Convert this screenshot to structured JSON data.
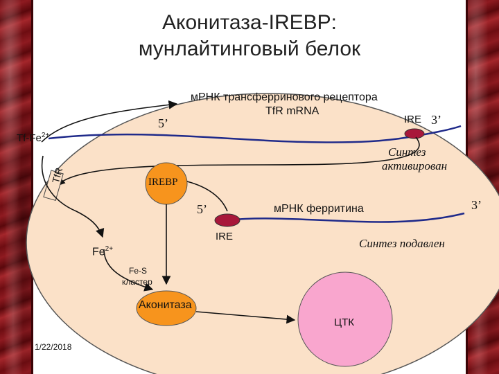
{
  "title": {
    "line1": "Аконитаза-IREBP:",
    "line2": "мунлайтинговый белок"
  },
  "labels": {
    "tfr_mrna_ru": "мРНК трансферринового рецептора",
    "tfr_mrna_en": "TfR mRNA",
    "five_prime_top": "5’",
    "ire_top": "IRE",
    "three_prime_top": "3’",
    "tf_fe": "Tf-Fe",
    "tf_fe_sup": "2+",
    "synthesis_activated_1": "Синтез",
    "synthesis_activated_2": "активирован",
    "tfr": "TfR",
    "irebp": "IREBP",
    "five_prime_mid": "5’",
    "ferritin_mrna": "мРНК ферритина",
    "three_prime_mid": "3’",
    "ire_mid": "IRE",
    "synthesis_suppressed": "Синтез подавлен",
    "fe": "Fe",
    "fe_sup": "2+",
    "fes_cluster_1": "Fe-S",
    "fes_cluster_2": "кластер",
    "aconitase": "Аконитаза",
    "tca": "ЦТК",
    "date": "1/22/2018"
  },
  "colors": {
    "cell": "#fbe1c8",
    "irebp_fill": "#f7941d",
    "aconitase_fill": "#f7941d",
    "ire_fill": "#a8173a",
    "tca_fill": "#f9a6ce",
    "mrna_line": "#1f2a8a",
    "arrow": "#111111"
  }
}
